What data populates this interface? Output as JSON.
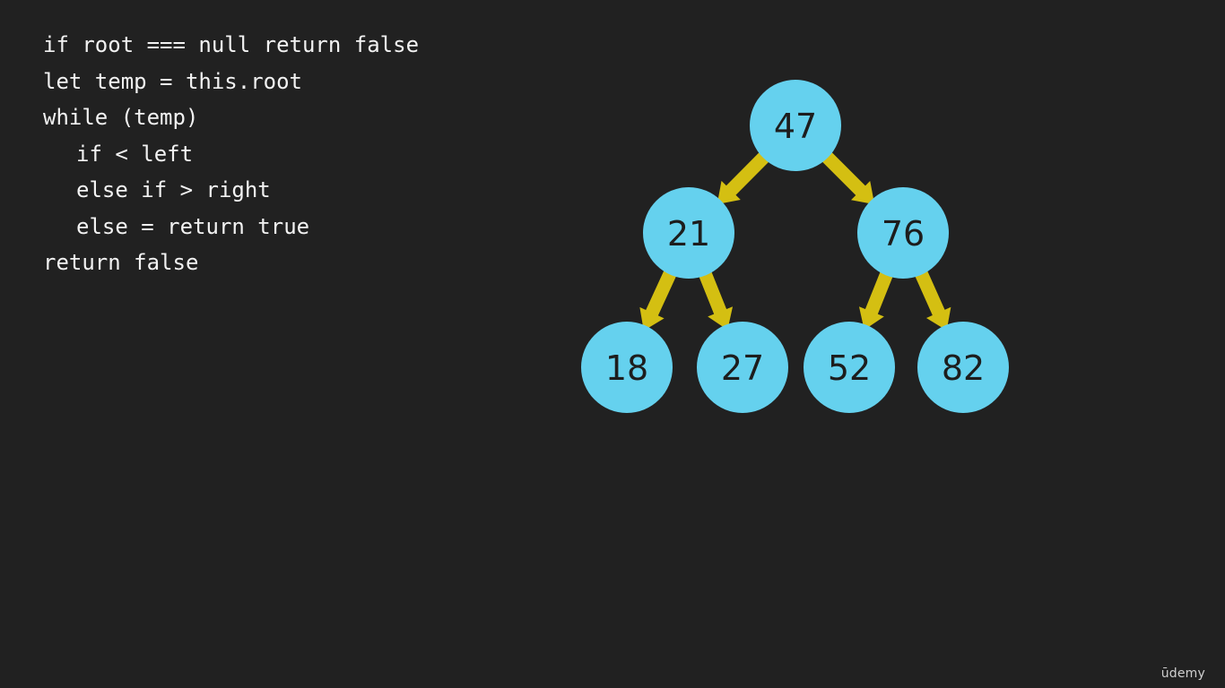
{
  "code": {
    "lines": [
      {
        "text": "if root === null return false",
        "indent": 0
      },
      {
        "text": "let temp = this.root",
        "indent": 0
      },
      {
        "text": "while (temp)",
        "indent": 0
      },
      {
        "text": "if < left",
        "indent": 1
      },
      {
        "text": "else if > right",
        "indent": 1
      },
      {
        "text": "else = return true",
        "indent": 1
      },
      {
        "text": "return false",
        "indent": 0
      }
    ]
  },
  "tree": {
    "colors": {
      "node": "#65d1ee",
      "edge": "#d4bf12",
      "label": "#1d1d1d"
    },
    "nodes": [
      {
        "id": "n47",
        "label": "47"
      },
      {
        "id": "n21",
        "label": "21"
      },
      {
        "id": "n76",
        "label": "76"
      },
      {
        "id": "n18",
        "label": "18"
      },
      {
        "id": "n27",
        "label": "27"
      },
      {
        "id": "n52",
        "label": "52"
      },
      {
        "id": "n82",
        "label": "82"
      }
    ],
    "edges": [
      {
        "from": "n47",
        "to": "n21"
      },
      {
        "from": "n47",
        "to": "n76"
      },
      {
        "from": "n21",
        "to": "n18"
      },
      {
        "from": "n21",
        "to": "n27"
      },
      {
        "from": "n76",
        "to": "n52"
      },
      {
        "from": "n76",
        "to": "n82"
      }
    ]
  },
  "brand": {
    "label": "ūdemy"
  }
}
